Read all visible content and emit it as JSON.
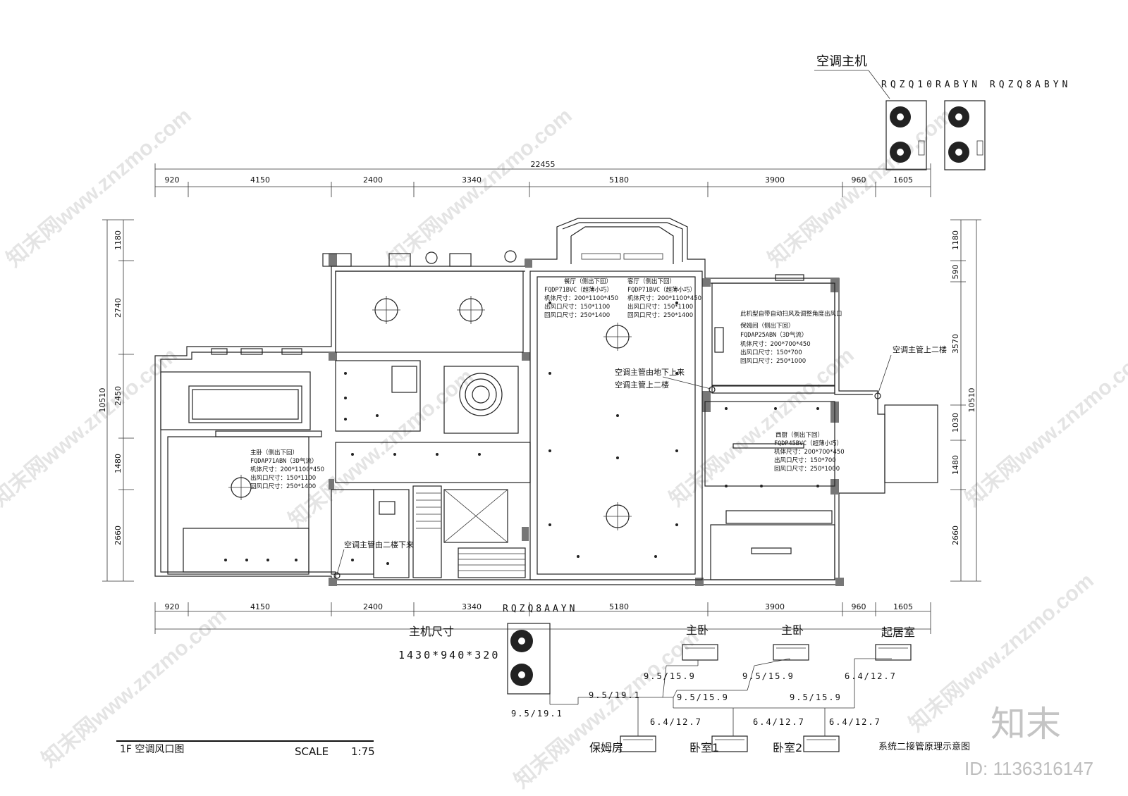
{
  "host": {
    "title": "空调主机",
    "models_label": "RQZQ10RABYN RQZQ8ABYN",
    "lower_model": "RQZQ8AAYN",
    "size_title": "主机尺寸",
    "size_value": "1430*940*320"
  },
  "dimensions": {
    "total": "22455",
    "horizontal": [
      "920",
      "4150",
      "2400",
      "3340",
      "5180",
      "3900",
      "960",
      "1605"
    ],
    "left_vertical": [
      "1180",
      "2740",
      "2450",
      "1480",
      "2660"
    ],
    "left_total": "10510",
    "right_vertical": [
      "1180",
      "590",
      "3570",
      "1030",
      "1480",
      "2660"
    ],
    "right_total": "10510"
  },
  "units": {
    "dining": {
      "header": "餐厅（侧出下回）",
      "model": "FQDP71BVC（超薄小巧）",
      "body": "机体尺寸：200*1100*450",
      "outlet": "出风口尺寸：150*1100",
      "return": "回风口尺寸：250*1400"
    },
    "living": {
      "header": "客厅（侧出下回）",
      "model": "FQDP71BVC（超薄小巧）",
      "body": "机体尺寸：200*1100*450",
      "outlet": "出风口尺寸：150*1100",
      "return": "回风口尺寸：250*1400"
    },
    "nanny": {
      "note": "此机型自带自动扫风及调整角度出风口",
      "header": "保姆间（侧出下回）",
      "model": "FQDAP25ABN（3D气流）",
      "body": "机体尺寸：200*700*450",
      "outlet": "出风口尺寸：150*700",
      "return": "回风口尺寸：250*1000"
    },
    "master": {
      "header": "主卧（侧出下回）",
      "model": "FQDAP71ABN（3D气流）",
      "body": "机体尺寸：200*1100*450",
      "outlet": "出风口尺寸：150*1100",
      "return": "回风口尺寸：250*1400"
    },
    "kitchen": {
      "header": "西厨（侧出下回）",
      "model": "FQDP45BVC（超薄小巧）",
      "body": "机体尺寸：200*700*450",
      "outlet": "出风口尺寸：150*700",
      "return": "回风口尺寸：250*1000"
    }
  },
  "notes": {
    "pipe_from_basement": "空调主管由地下上来",
    "pipe_up_second": "空调主管上二楼",
    "pipe_up_right": "空调主管上二楼",
    "pipe_down_from_second": "空调主管由二楼下来"
  },
  "schematic": {
    "title": "系统二接管原理示意图",
    "top_units": [
      "主卧",
      "主卧",
      "起居室"
    ],
    "bottom_units": [
      "保姆房",
      "卧室1",
      "卧室2"
    ],
    "top_pipes": [
      "9.5/15.9",
      "9.5/15.9",
      "6.4/12.7"
    ],
    "mid_pipes": [
      "9.5/19.1",
      "9.5/15.9",
      "9.5/15.9"
    ],
    "main_pipe": "9.5/19.1",
    "bottom_pipes": [
      "6.4/12.7",
      "6.4/12.7",
      "6.4/12.7"
    ]
  },
  "footer": {
    "drawing_title": "1F 空调风口图",
    "scale_label": "SCALE",
    "scale_value": "1:75"
  },
  "watermark": {
    "site": "知末网www.znzmo.com",
    "brand": "知末",
    "id": "ID: 1136316147"
  }
}
